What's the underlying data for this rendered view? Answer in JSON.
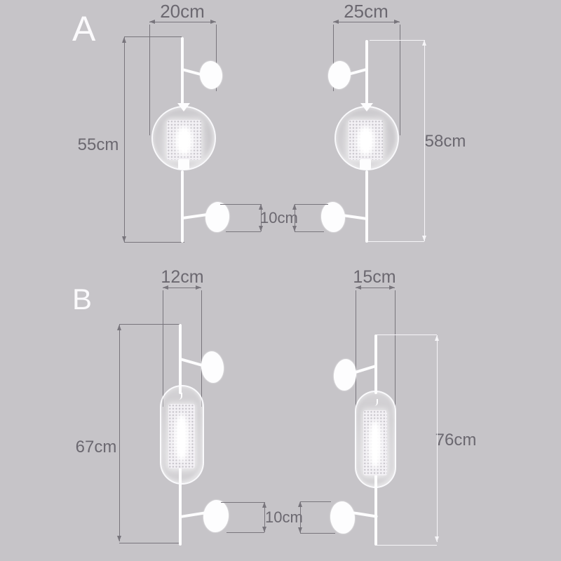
{
  "page": {
    "background": "#c6c4c8"
  },
  "colors": {
    "dimension_line": "#78757c",
    "dimension_line_light": "#f6f5f8",
    "dimension_text": "#6b6870",
    "lamp": "#fdfdfe"
  },
  "sections": {
    "a": {
      "label": "A",
      "left_lamp": {
        "width": "20cm",
        "height": "55cm"
      },
      "right_lamp": {
        "width": "25cm",
        "height": "58cm"
      },
      "disc_height": "10cm"
    },
    "b": {
      "label": "B",
      "left_lamp": {
        "width": "12cm",
        "height": "67cm"
      },
      "right_lamp": {
        "width": "15cm",
        "height": "76cm"
      },
      "disc_height": "10cm"
    }
  }
}
